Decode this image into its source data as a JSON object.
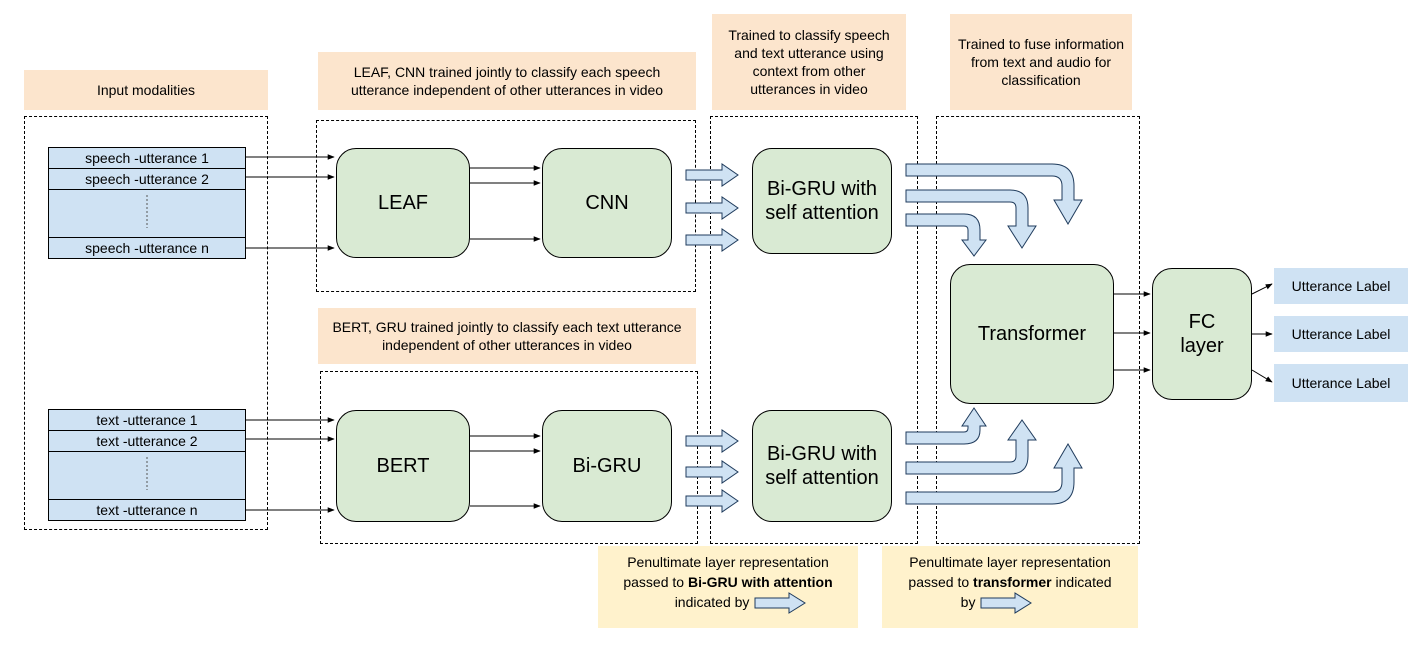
{
  "captions": {
    "input_modalities": "Input modalities",
    "speech_stage": "LEAF, CNN trained jointly to classify each speech utterance independent of other utterances in video",
    "text_stage": "BERT, GRU trained jointly to classify each text utterance independent of other utterances in video",
    "bigru_stage": "Trained to classify speech and text utterance using context from other utterances in video",
    "transformer_stage": "Trained to fuse information from text and audio for classification"
  },
  "speech_utterances": {
    "first": "speech -utterance 1",
    "second": "speech -utterance 2",
    "last": "speech -utterance n"
  },
  "text_utterances": {
    "first": "text -utterance 1",
    "second": "text -utterance 2",
    "last": "text -utterance n"
  },
  "blocks": {
    "leaf": "LEAF",
    "cnn": "CNN",
    "bert": "BERT",
    "bigru": "Bi-GRU",
    "bigru_attn_speech": "Bi-GRU with self attention",
    "bigru_attn_text": "Bi-GRU with self attention",
    "transformer": "Transformer",
    "fc": "FC layer"
  },
  "outputs": [
    "Utterance Label",
    "Utterance Label",
    "Utterance Label"
  ],
  "legend": {
    "bigru_line1": "Penultimate layer representation",
    "bigru_prefix": "passed to ",
    "bigru_bold": "Bi-GRU with attention",
    "bigru_suffix": "indicated by",
    "transformer_line1": "Penultimate layer representation",
    "transformer_prefix": "passed to ",
    "transformer_bold": "transformer",
    "transformer_mid": " indicated",
    "transformer_suffix": "by"
  },
  "colors": {
    "peach": "#fce5cd",
    "yellow": "#fff2cc",
    "green": "#d9ead3",
    "blue": "#cfe2f3"
  }
}
